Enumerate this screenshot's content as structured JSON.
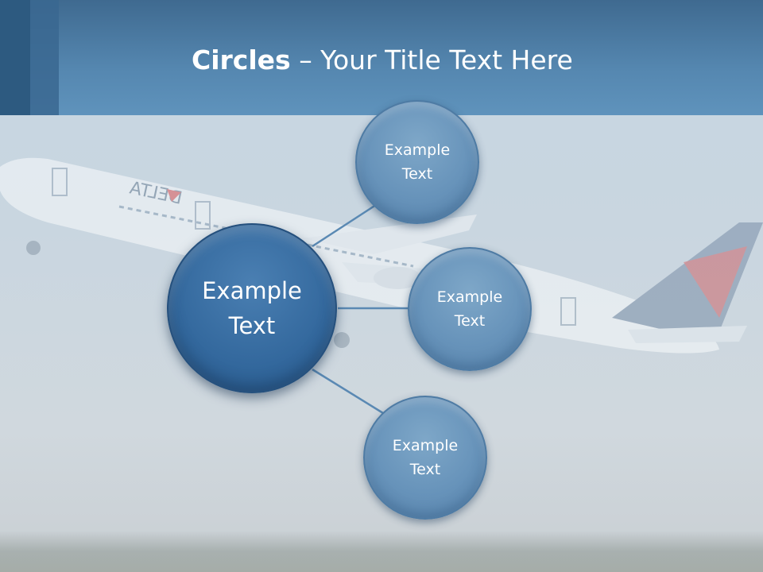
{
  "title": {
    "bold": "Circles",
    "rest": " – Your Title Text Here"
  },
  "center_circle": {
    "line1": "Example",
    "line2": "Text"
  },
  "circles": [
    {
      "line1": "Example",
      "line2": "Text"
    },
    {
      "line1": "Example",
      "line2": "Text"
    },
    {
      "line1": "Example",
      "line2": "Text"
    }
  ],
  "background": {
    "image": "airplane-taking-off",
    "airline_mark": "DELTA"
  },
  "colors": {
    "header": "#4f7fa8",
    "center_circle": "#33689d",
    "small_circle": "#6793ba",
    "connector": "#5a89b3"
  }
}
